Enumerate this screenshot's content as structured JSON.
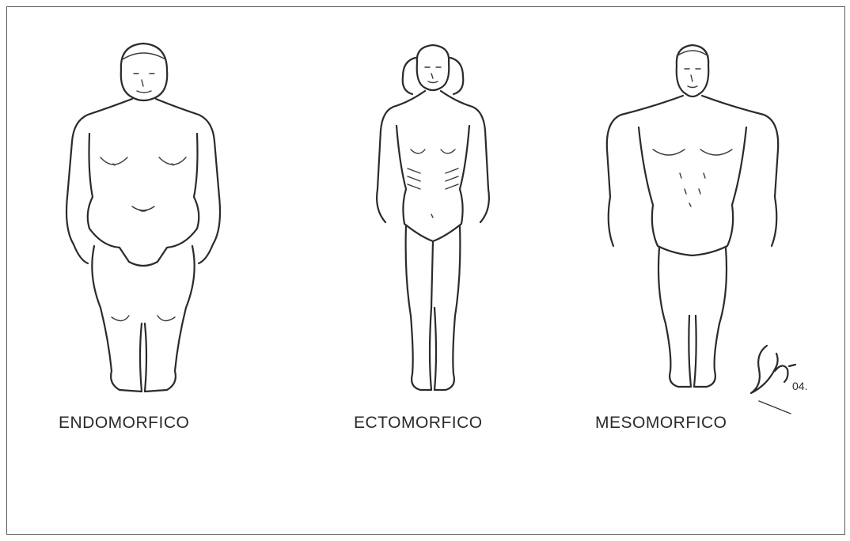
{
  "figures": [
    {
      "label": "ENDOMORFICO"
    },
    {
      "label": "ECTOMORFICO"
    },
    {
      "label": "MESOMORFICO"
    }
  ],
  "signature": {
    "text": "04."
  }
}
